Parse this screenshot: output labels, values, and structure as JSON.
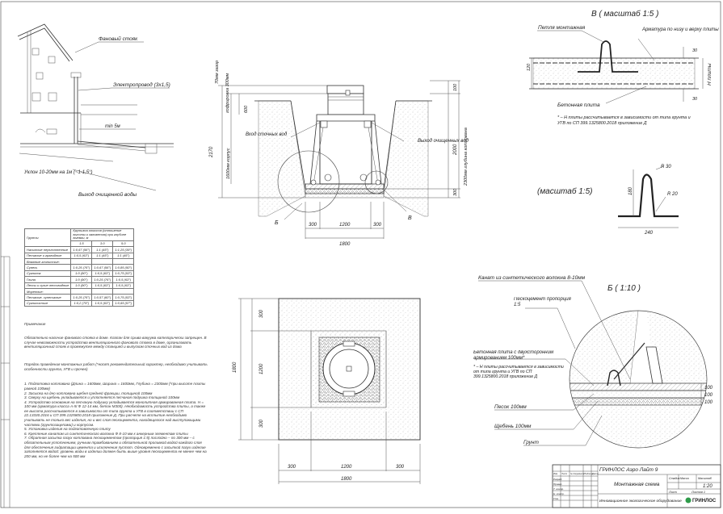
{
  "scheme_top_left": {
    "fan_riser": "Фановый стояк",
    "power_line": "Электропровод (3х1,5)",
    "min_distance": "min 5м",
    "slope": "Уклон 10-20мм на 1м (~1-1,5°)",
    "outlet": "Выход очищенной воды"
  },
  "section": {
    "top_label": "70мм зазор",
    "dim_600": "600",
    "dim_2170": "2170",
    "dim_1600": "1600мм корпус",
    "corrugation": "гофрировка 300мм",
    "inlet": "Вход сточных вод",
    "outlet": "Выход очищенных вод",
    "dim_100": "100",
    "dim_2000": "2000",
    "depth": "2300мм глубина котлована",
    "dim_300v": "300",
    "bottom_dims": [
      "300",
      "1200",
      "300"
    ],
    "total": "1800",
    "mark_b": "Б",
    "mark_v": "В"
  },
  "detail_v": {
    "title": "В ( масштаб 1:5 )",
    "loop": "Петля монтажная",
    "rebar": "Арматура по низу и верху плиты",
    "slab": "Бетонная плита",
    "dim_120": "120",
    "dim_30a": "30",
    "dim_30b": "30",
    "h_slab": "Н плиты",
    "note": "* – Н плиты рассчитывается в зависимости от типа грунта и УГВ по СП 399.1325800.2018 приложение Д"
  },
  "loop_detail": {
    "scale": "(масштаб 1:5)",
    "r30": "R 30",
    "r20": "R 20",
    "h180": "180",
    "w240": "240"
  },
  "detail_b": {
    "title": "Б ( 1:10 )",
    "rope": "Канат из синтетического волокна 8-10мм",
    "sand_prop": "Пескоцемент пропорция 1:5",
    "slab": "Бетонная плита с двухсторонним армированием 100мм*",
    "note": "* – Н плиты рассчитывается в зависимости от типа грунта и УГВ по СП 399.1325800.2018 приложение Д",
    "sand": "Песок 100мм",
    "gravel": "Щебень 100мм",
    "soil": "Грунт",
    "dims": [
      "100",
      "100",
      "100"
    ]
  },
  "soil_table": {
    "col0": "Грунты",
    "head": "Крутизна откосов (отношение высоты к заложению) при глубине выемки, м",
    "sub": [
      "1.5",
      "3.0",
      "5.0"
    ],
    "rows": [
      [
        "Насыпные неуплотненные",
        "1:0,67 (56°)",
        "1:1 (45°)",
        "1:1,25 (39°)"
      ],
      [
        "Песчаные и гравийные",
        "1:0,5 (63°)",
        "1:1 (45°)",
        "1:1 (45°)"
      ],
      [
        "Влажные глинистые:",
        "",
        "",
        ""
      ],
      [
        "Супесь",
        "1:0,25 (76°)",
        "1:0,67 (56°)",
        "1:0,85 (50°)"
      ],
      [
        "Суглинок",
        "1:0 (90°)",
        "1:0,5 (63°)",
        "1:0,75 (53°)"
      ],
      [
        "Глина",
        "1:0 (90°)",
        "1:0,25 (76°)",
        "1:0,5 (63°)"
      ],
      [
        "Лессы и сухие лессовидные",
        "1:0 (90°)",
        "1:0,5 (63°)",
        "1:0,5 (63°)"
      ],
      [
        "Моренные:",
        "",
        "",
        ""
      ],
      [
        "Песчаные, супесчаные",
        "1:0,25 (76°)",
        "1:0,57 (60°)",
        "1:0,75 (53°)"
      ],
      [
        "Суглинистые",
        "1:0,2 (79°)",
        "1:0,5 (63°)",
        "1:0,65 (57°)"
      ]
    ]
  },
  "notes": {
    "head": "Примечание",
    "body": "Обязательно наличие фанового стояка в доме. Клапан для срыва вакуума категорически запрещен. В случае невозможности устройства вентиляционного фанового стояка в доме, организовать вентиляционный стояк в промежутке между станцией и выпуском сточных вод из дома",
    "order_head": "Порядок проведения монтажных работ (*носят рекомендательный характер, необходимо учитывать особенности грунта, УГВ и прочее)",
    "steps": "1. Подготовка котлована (Длина = 1600мм, Ширина = 1600мм, Глубина = 2300мм (*при высоте плиты равной 100мм)\n2. Засыпка на дно котлована щебня средней фракции, толщиной 100мм\n3. Сверху на щебень укладывается и уплотняется песчаная подушка толщиной 100мм\n4. Устройство основания на песчаную подушку укладывается монолитная армированная плита. Н = 100 мм (арматура класса А-III Ф 12-14 мм, бетон М300). Необходимость устройства плиты, а также ее высота рассчитывается в зависимости от типа грунта и УГВ в соответствии с СП 22.13330.2016 и СП 399.1325800.2018 приложение Д. При расчете на всплытие необходимо учитывать не только вес изделия, но и вес слоя пескоцемента, находящегося над выступающими частями (грунтозацепами) и корпусом.\n5. Установка изделия на подготовленную плиту\n6. Крепление канатом из синтетического волокна Ф 8-10 мм к анкерным элементам плиты\n7. Обратная засыпка пазух котлована пескоцементом (пропорция 1:5) послойно – по 300 мм – с обязательным уплотнением, ручным трамбованием и обязательной проливкой водой каждого слоя для обеспечения гидратации цемента и исключения пустот. Одновременно с засыпкой пазух изделие заполняется водой: уровень воды в изделии должен быть выше уровня пескоцемента не менее чем на 200 мм, но не более чем на 500 мм"
  },
  "plan": {
    "dim_1800v": "1800",
    "dim_300a": "300",
    "dim_1200v": "1200",
    "dim_300b": "300",
    "bottom_dims": [
      "300",
      "1200",
      "300"
    ],
    "total": "1800"
  },
  "title_block": {
    "doc": "ГРИНЛОС Аэро Лайт 9",
    "name": "Монтажная схема",
    "org": "Инновационное экологическое оборудование",
    "stage": "Стадия",
    "mass": "Масса",
    "scale_head": "Масштаб",
    "scale": "1:20",
    "sheet": "Лист",
    "sheets": "Листов 1",
    "cols": [
      "Изм",
      "Лист",
      "№ документа",
      "Подпись",
      "Дата"
    ],
    "roles": [
      "Разраб.",
      "Провер.",
      "Т. контр.",
      "Н. контр.",
      "Утв."
    ],
    "brand": "ГРИНЛОС"
  }
}
